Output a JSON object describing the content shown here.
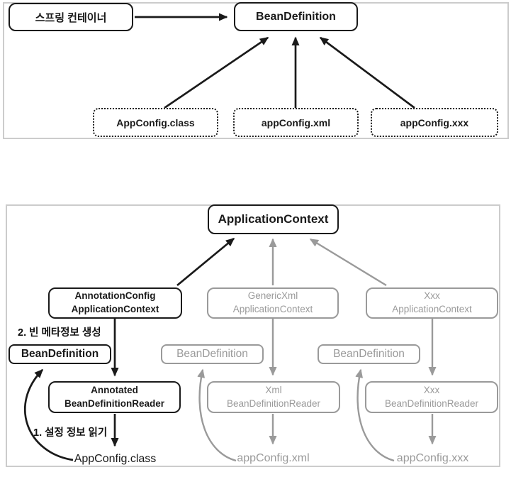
{
  "colors": {
    "black": "#1a1a1a",
    "gray": "#9a9a9a",
    "frame": "#cccccc"
  },
  "diagram1": {
    "spring_container": "스프링 컨테이너",
    "bean_definition": "BeanDefinition",
    "sources": [
      "AppConfig.class",
      "appConfig.xml",
      "appConfig.xxx"
    ]
  },
  "diagram2": {
    "application_context": "ApplicationContext",
    "contexts": [
      {
        "line1": "AnnotationConfig",
        "line2": "ApplicationContext"
      },
      {
        "line1": "GenericXml",
        "line2": "ApplicationContext"
      },
      {
        "line1": "Xxx",
        "line2": "ApplicationContext"
      }
    ],
    "bean_definitions": [
      "BeanDefinition",
      "BeanDefinition",
      "BeanDefinition"
    ],
    "readers": [
      {
        "line1": "Annotated",
        "line2": "BeanDefinitionReader"
      },
      {
        "line1": "Xml",
        "line2": "BeanDefinitionReader"
      },
      {
        "line1": "Xxx",
        "line2": "BeanDefinitionReader"
      }
    ],
    "configs": [
      "AppConfig.class",
      "appConfig.xml",
      "appConfig.xxx"
    ],
    "step2_label": "2. 빈 메타정보 생성",
    "step1_label": "1. 설정 정보 읽기"
  }
}
